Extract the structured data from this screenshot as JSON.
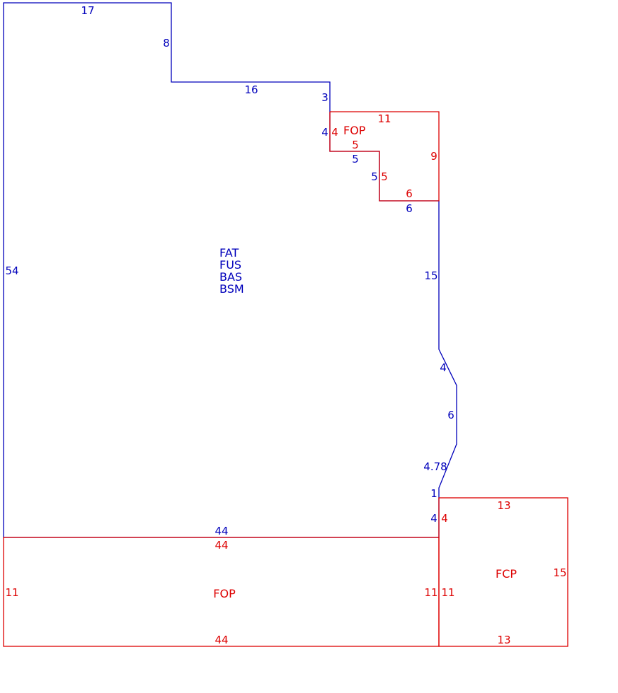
{
  "colors": {
    "main": "#0000bb",
    "addition": "#dd0000",
    "background": "#ffffff"
  },
  "main_structure": {
    "codes": [
      "FAT",
      "FUS",
      "BAS",
      "BSM"
    ],
    "dims": {
      "top": "17",
      "step_down": "8",
      "step_top": "16",
      "notch": "3",
      "fop_left": "4",
      "fop_bottom": "5",
      "fop_inner": "5",
      "fop_lower": "6",
      "right_upper": "15",
      "angle_1": "4",
      "angle_2": "6",
      "angle_3": "4.78",
      "jog": "1",
      "fcp_side": "4",
      "bottom": "44",
      "left": "54"
    }
  },
  "fop_small": {
    "code": "FOP",
    "dims": {
      "top": "11",
      "left": "4",
      "bottom_left": "5",
      "inner_right": "5",
      "bottom": "6",
      "right": "9"
    }
  },
  "fop_large": {
    "code": "FOP",
    "dims": {
      "top": "44",
      "left": "11",
      "right": "11",
      "bottom": "44"
    }
  },
  "fcp": {
    "code": "FCP",
    "dims": {
      "top": "13",
      "left": "4",
      "lower_left": "11",
      "right": "15",
      "bottom": "13"
    }
  }
}
